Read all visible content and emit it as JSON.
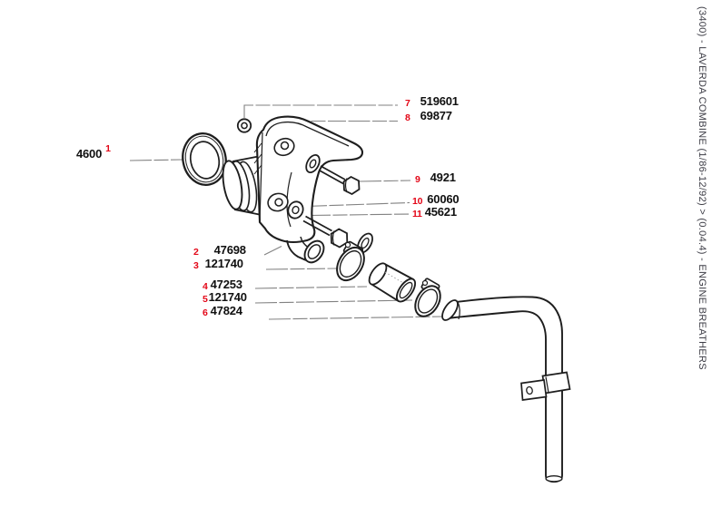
{
  "sidebar": {
    "text": "(3400) - LAVERDA COMBINE (1/86-12/92) > (0.04.4) - ENGINE BREATHERS"
  },
  "diagram": {
    "colors": {
      "background": "#ffffff",
      "line_art": "#1e1e1e",
      "leader_lines": "#828282",
      "index_red": "#e30617",
      "part_number_text": "#101010",
      "sidebar_text": "#3d3d46"
    },
    "parts": [
      {
        "index": "1",
        "number": "4600"
      },
      {
        "index": "2",
        "number": "47698"
      },
      {
        "index": "3",
        "number": "121740"
      },
      {
        "index": "4",
        "number": "47253"
      },
      {
        "index": "5",
        "number": "121740"
      },
      {
        "index": "6",
        "number": "47824"
      },
      {
        "index": "7",
        "number": "519601"
      },
      {
        "index": "8",
        "number": "69877"
      },
      {
        "index": "9",
        "number": "4921"
      },
      {
        "index": "10",
        "number": "60060"
      },
      {
        "index": "11",
        "number": "45621"
      }
    ]
  }
}
